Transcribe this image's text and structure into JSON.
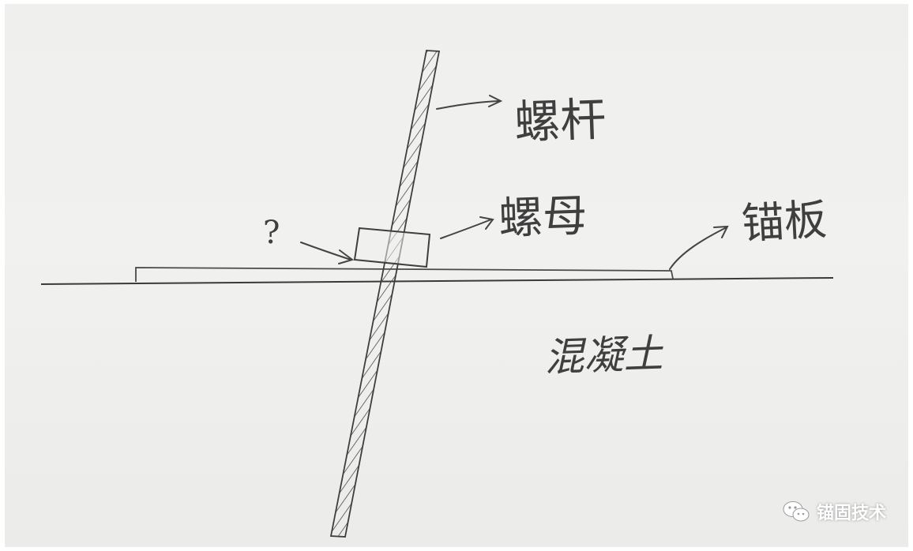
{
  "labels": {
    "rod": "螺杆",
    "nut": "螺母",
    "anchor_plate": "锚板",
    "concrete": "混凝土",
    "question": "?"
  },
  "watermark": {
    "text": "锚固技术",
    "icon": "wechat-icon"
  },
  "colors": {
    "ink": "#3f3f3f",
    "paper": "#efefed"
  }
}
